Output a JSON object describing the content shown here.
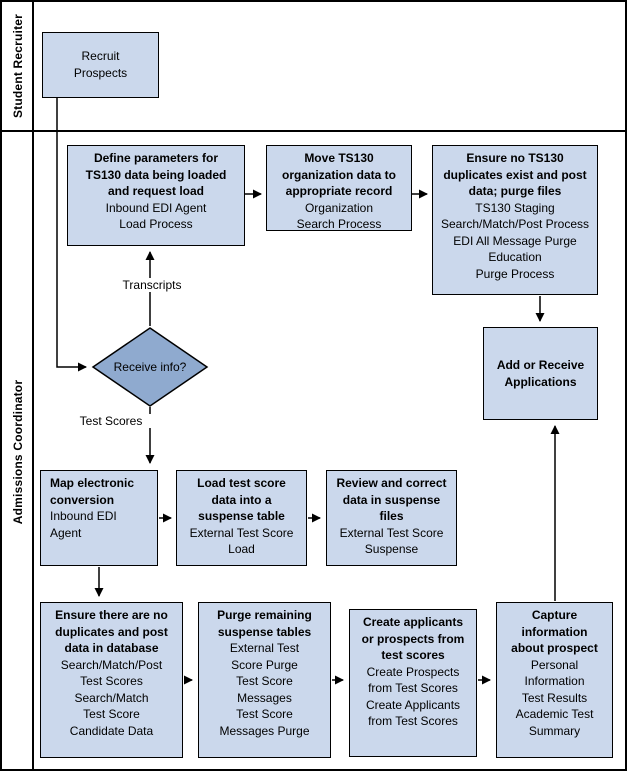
{
  "lanes": [
    {
      "label": "Student Recruiter"
    },
    {
      "label": "Admissions Coordinator"
    }
  ],
  "decision": {
    "label": "Receive info?"
  },
  "edge_labels": {
    "transcripts": "Transcripts",
    "test_scores": "Test Scores"
  },
  "colors": {
    "box_fill": "#cbd8ec",
    "diamond_fill": "#8faacf",
    "line": "#000000",
    "background": "#ffffff"
  },
  "nodes": {
    "recruit_prospects": {
      "title": "Recruit\nProspects"
    },
    "define_parameters": {
      "title": "Define parameters for\nTS130 data being loaded\nand request load",
      "detail": "Inbound EDI Agent\nLoad Process"
    },
    "move_organization": {
      "title": "Move TS130\norganization data to\nappropriate record",
      "detail": "Organization\nSearch Process"
    },
    "ensure_ts130": {
      "title": "Ensure no TS130\nduplicates exist and post\ndata; purge files",
      "detail": "TS130 Staging\nSearch/Match/Post Process\nEDI All Message Purge\nEducation\nPurge Process"
    },
    "add_applications": {
      "title": "Add or Receive\nApplications"
    },
    "map_conversion": {
      "title": "Map electronic\nconversion",
      "detail": "Inbound EDI\nAgent"
    },
    "load_suspense": {
      "title": "Load test score\ndata into a\nsuspense table",
      "detail": "External Test Score\nLoad"
    },
    "review_suspense": {
      "title": "Review and correct\ndata in suspense\nfiles",
      "detail": "External Test Score\nSuspense"
    },
    "ensure_duplicates": {
      "title": "Ensure there are no\nduplicates and post\ndata in database",
      "detail": "Search/Match/Post\nTest Scores\nSearch/Match\nTest Score\nCandidate Data"
    },
    "purge_suspense": {
      "title": "Purge remaining\nsuspense tables",
      "detail": "External Test\nScore Purge\nTest Score\nMessages\nTest Score\nMessages Purge"
    },
    "create_applicants": {
      "title": "Create applicants\nor prospects from\ntest scores",
      "detail": "Create Prospects\nfrom Test Scores\nCreate Applicants\nfrom Test Scores"
    },
    "capture_information": {
      "title": "Capture\ninformation\nabout prospect",
      "detail": "Personal\nInformation\nTest Results\nAcademic Test\nSummary"
    }
  }
}
